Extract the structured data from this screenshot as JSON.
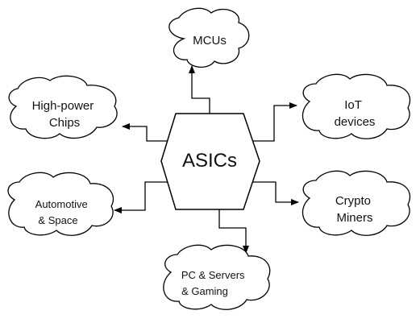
{
  "diagram": {
    "center": {
      "label": "ASICs"
    },
    "nodes": [
      {
        "key": "mcus",
        "lines": [
          "MCUs"
        ]
      },
      {
        "key": "high-power",
        "lines": [
          "High-power",
          "Chips"
        ]
      },
      {
        "key": "iot",
        "lines": [
          "IoT",
          "devices"
        ]
      },
      {
        "key": "automotive",
        "lines": [
          "Automotive",
          "& Space"
        ]
      },
      {
        "key": "crypto",
        "lines": [
          "Crypto",
          "Miners"
        ]
      },
      {
        "key": "pc-servers",
        "lines": [
          "PC & Servers",
          "& Gaming"
        ]
      }
    ]
  },
  "colors": {
    "stroke": "#000000",
    "fill": "#ffffff",
    "text": "#111111"
  }
}
